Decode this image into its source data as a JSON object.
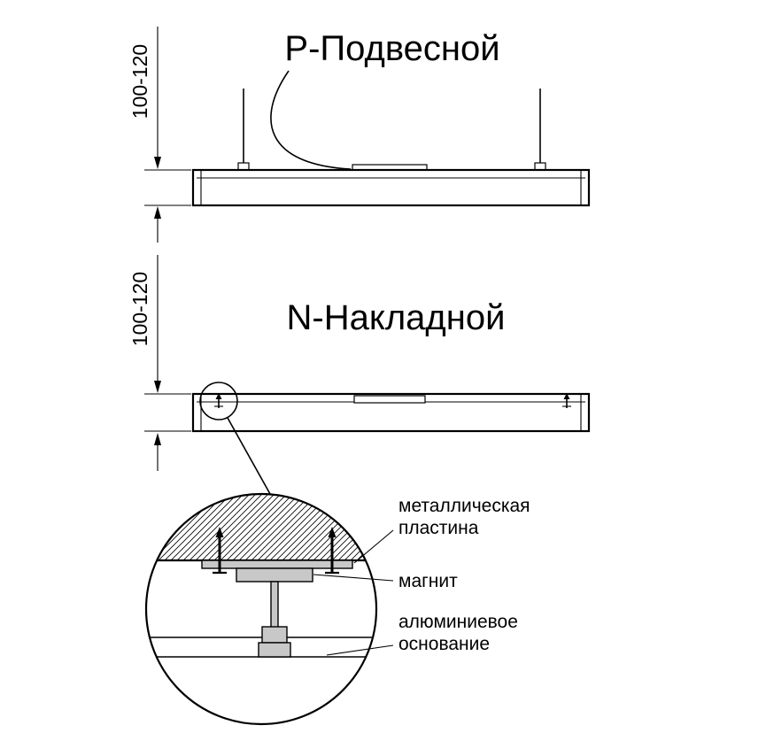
{
  "figure": {
    "background_color": "#ffffff",
    "line_color": "#000000",
    "gray_fill": "#c8c8c8",
    "pendant": {
      "title": "Р-Подвесной",
      "dimension_label": "100-120"
    },
    "surface": {
      "title": "N-Накладной",
      "dimension_label": "100-120"
    },
    "detail": {
      "label_plate_line1": "металлическая",
      "label_plate_line2": "пластина",
      "label_magnet": "магнит",
      "label_base_line1": "алюминиевое",
      "label_base_line2": "основание"
    }
  }
}
